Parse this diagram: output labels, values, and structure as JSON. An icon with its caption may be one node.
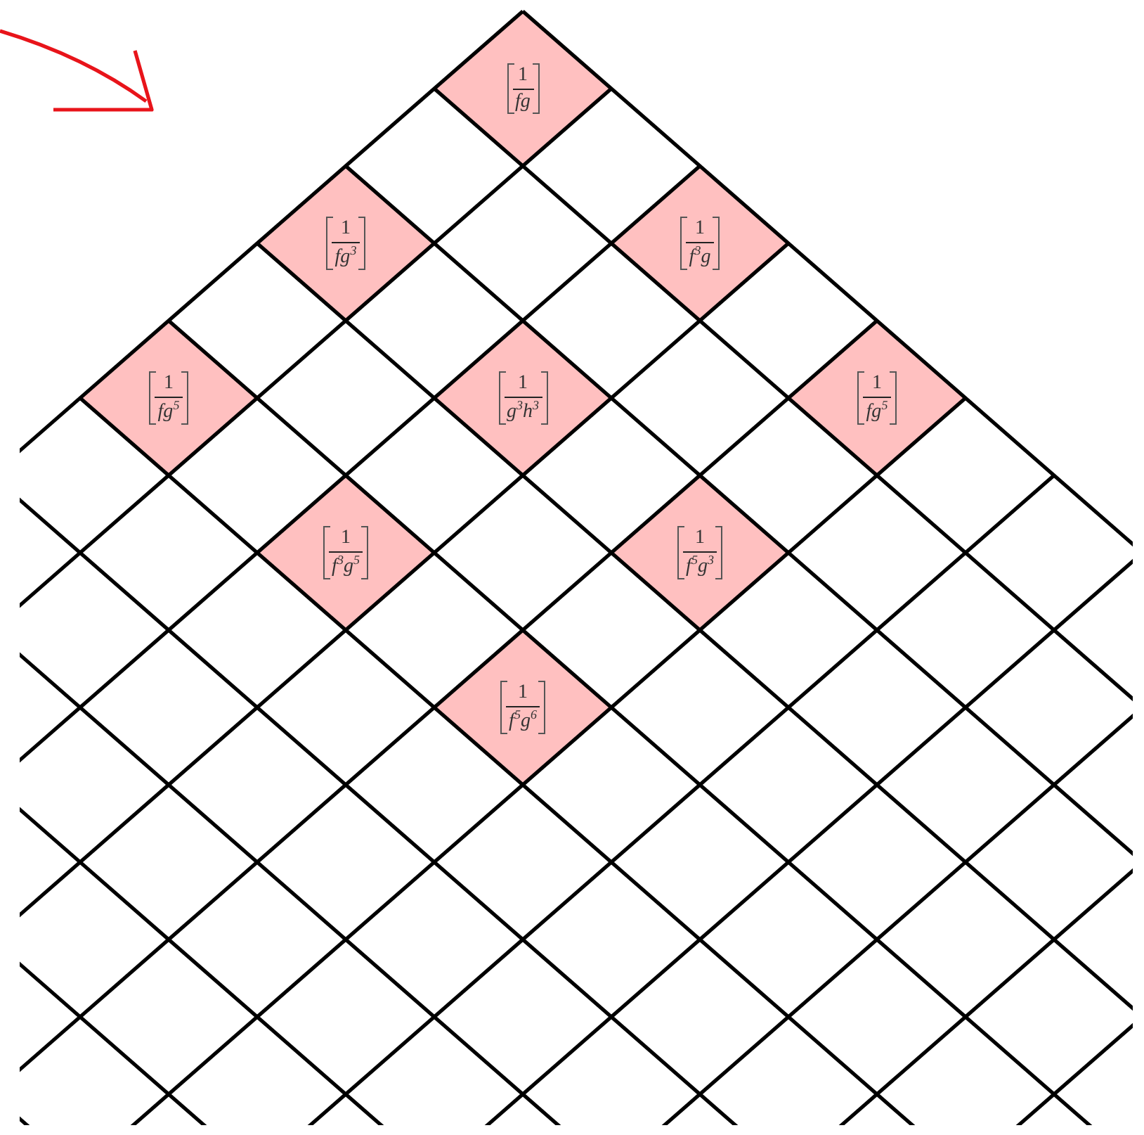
{
  "diagram": {
    "nodes": [
      {
        "text": [
          "1",
          "fg"
        ]
      },
      {
        "text": [
          "1",
          "fg$^{3}$"
        ]
      },
      {
        "text": [
          "1",
          "f$^{3}$g"
        ]
      },
      {
        "text": [
          "1",
          "fg$^{5}$"
        ]
      },
      {
        "text": [
          "1",
          "g$^{3}$h$^{3}$"
        ]
      },
      {
        "text": [
          "1",
          "fg$^{5}$"
        ]
      },
      {
        "text": [
          "1",
          "f$^{3}$g$^{5}$"
        ]
      },
      {
        "text": [
          "1",
          "f$^{5}$g$^{3}$"
        ]
      },
      {
        "text": [
          "1",
          "f$^{5}$g$^{6}$"
        ]
      }
    ]
  }
}
